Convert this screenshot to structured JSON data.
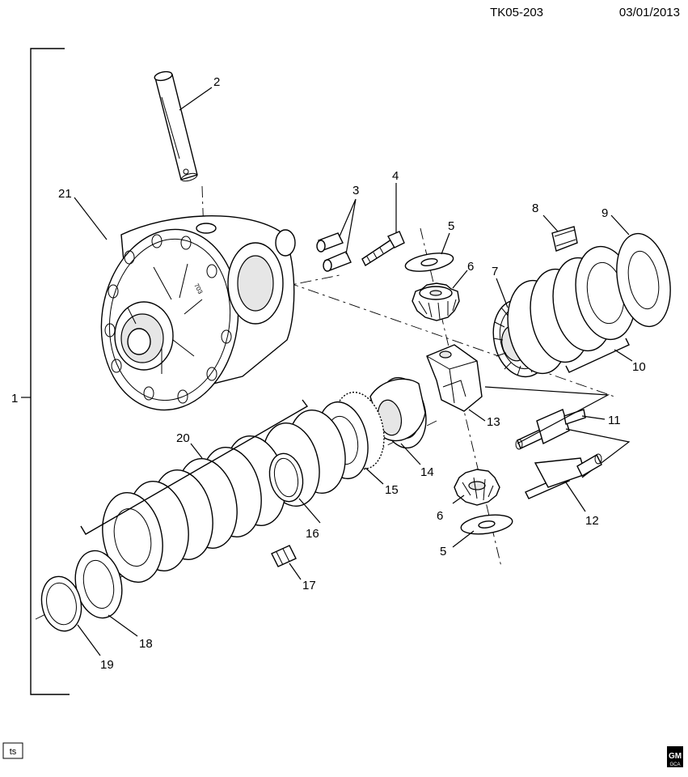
{
  "header": {
    "drawing_id": "TK05-203",
    "date": "03/01/2013"
  },
  "footer": {
    "tag": "ts",
    "logo_line1": "GM",
    "logo_line2": "GCA"
  },
  "case_marking": "703",
  "callouts": {
    "c1": "1",
    "c2": "2",
    "c3": "3",
    "c4": "4",
    "c5a": "5",
    "c5b": "5",
    "c6a": "6",
    "c6b": "6",
    "c7": "7",
    "c8": "8",
    "c9": "9",
    "c10": "10",
    "c11": "11",
    "c12": "12",
    "c13": "13",
    "c14": "14",
    "c15": "15",
    "c16": "16",
    "c17": "17",
    "c18": "18",
    "c19": "19",
    "c20": "20",
    "c21": "21"
  }
}
